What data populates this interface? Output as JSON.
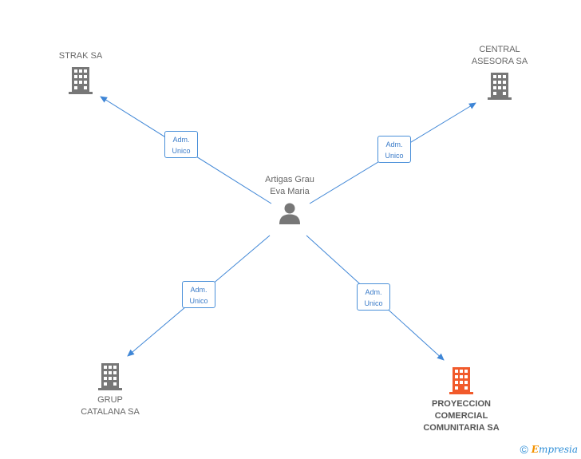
{
  "center": {
    "name": "Artigas Grau\nEva Maria",
    "icon": "person-icon"
  },
  "companies": [
    {
      "id": "strak",
      "name": "STRAK SA",
      "icon": "building-icon",
      "color": "#777777"
    },
    {
      "id": "central",
      "name": "CENTRAL\nASESORA SA",
      "icon": "building-icon",
      "color": "#777777"
    },
    {
      "id": "grup",
      "name": "GRUP\nCATALANA SA",
      "icon": "building-icon",
      "color": "#777777"
    },
    {
      "id": "proyeccion",
      "name": "PROYECCION\nCOMERCIAL\nCOMUNITARIA SA",
      "icon": "building-icon",
      "color": "#f15a2b"
    }
  ],
  "relations": [
    {
      "target": "strak",
      "label": "Adm.\nUnico"
    },
    {
      "target": "central",
      "label": "Adm.\nUnico"
    },
    {
      "target": "grup",
      "label": "Adm.\nUnico"
    },
    {
      "target": "proyeccion",
      "label": "Adm.\nUnico"
    }
  ],
  "colors": {
    "edge": "#3f86d6",
    "icon_default": "#777777",
    "icon_highlight": "#f15a2b"
  },
  "footer": {
    "copyright_symbol": "©",
    "brand_initial": "E",
    "brand_rest": "mpresia"
  }
}
